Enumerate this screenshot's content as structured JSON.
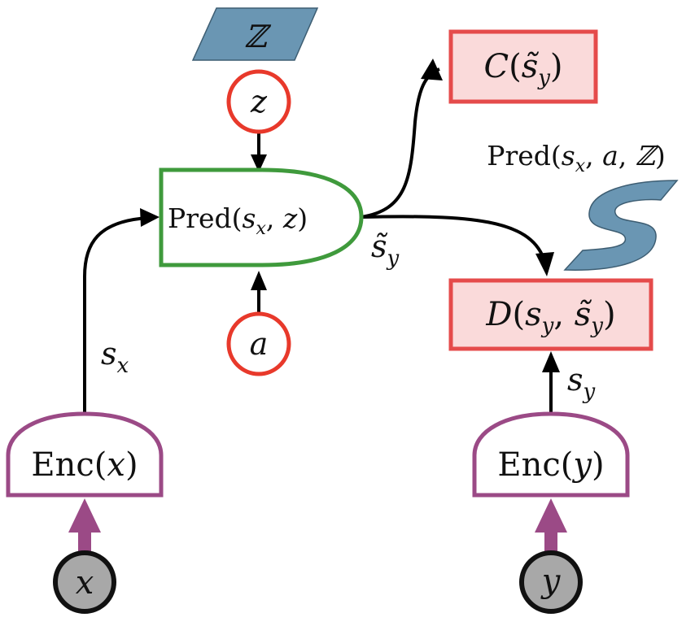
{
  "nodes": {
    "latent_set": {
      "symbol": "ℤ"
    },
    "z": {
      "symbol": "z"
    },
    "predictor": {
      "name": "Pred",
      "open": "(",
      "s": "s",
      "s_sub": "x",
      "comma": ", ",
      "arg": "z",
      "close": ")"
    },
    "cost_c": {
      "name": "C",
      "open": "(",
      "s": "s̃",
      "s_sub": "y",
      "close": ")"
    },
    "pred_set_label": {
      "name": "Pred",
      "open": "(",
      "s": "s",
      "s_sub": "x",
      "comma1": ", ",
      "a": "a",
      "comma2": ", ",
      "set": "ℤ",
      "close": ")"
    },
    "energy_d": {
      "name": "D",
      "open": "(",
      "s1": "s",
      "s1_sub": "y",
      "comma": ", ",
      "s2": "s̃",
      "s2_sub": "y",
      "close": ")"
    },
    "a": {
      "symbol": "a"
    },
    "enc_x": {
      "name": "Enc",
      "open": "(",
      "arg": "x",
      "close": ")"
    },
    "enc_y": {
      "name": "Enc",
      "open": "(",
      "arg": "y",
      "close": ")"
    },
    "input_x": {
      "symbol": "x"
    },
    "input_y": {
      "symbol": "y"
    }
  },
  "edge_labels": {
    "s_x": {
      "s": "s",
      "sub": "x"
    },
    "s_y": {
      "s": "s",
      "sub": "y"
    },
    "s_tilde_y": {
      "s": "s̃",
      "sub": "y"
    }
  },
  "colors": {
    "latent_red": "#e8392b",
    "predictor_green": "#3f9a3c",
    "encoder_purple": "#9b4a86",
    "cost_fill": "#fadada",
    "cost_border": "#e54b4b",
    "set_blue": "#6a96b3",
    "input_gray": "#a8a8a8",
    "arrow": "#000000"
  }
}
